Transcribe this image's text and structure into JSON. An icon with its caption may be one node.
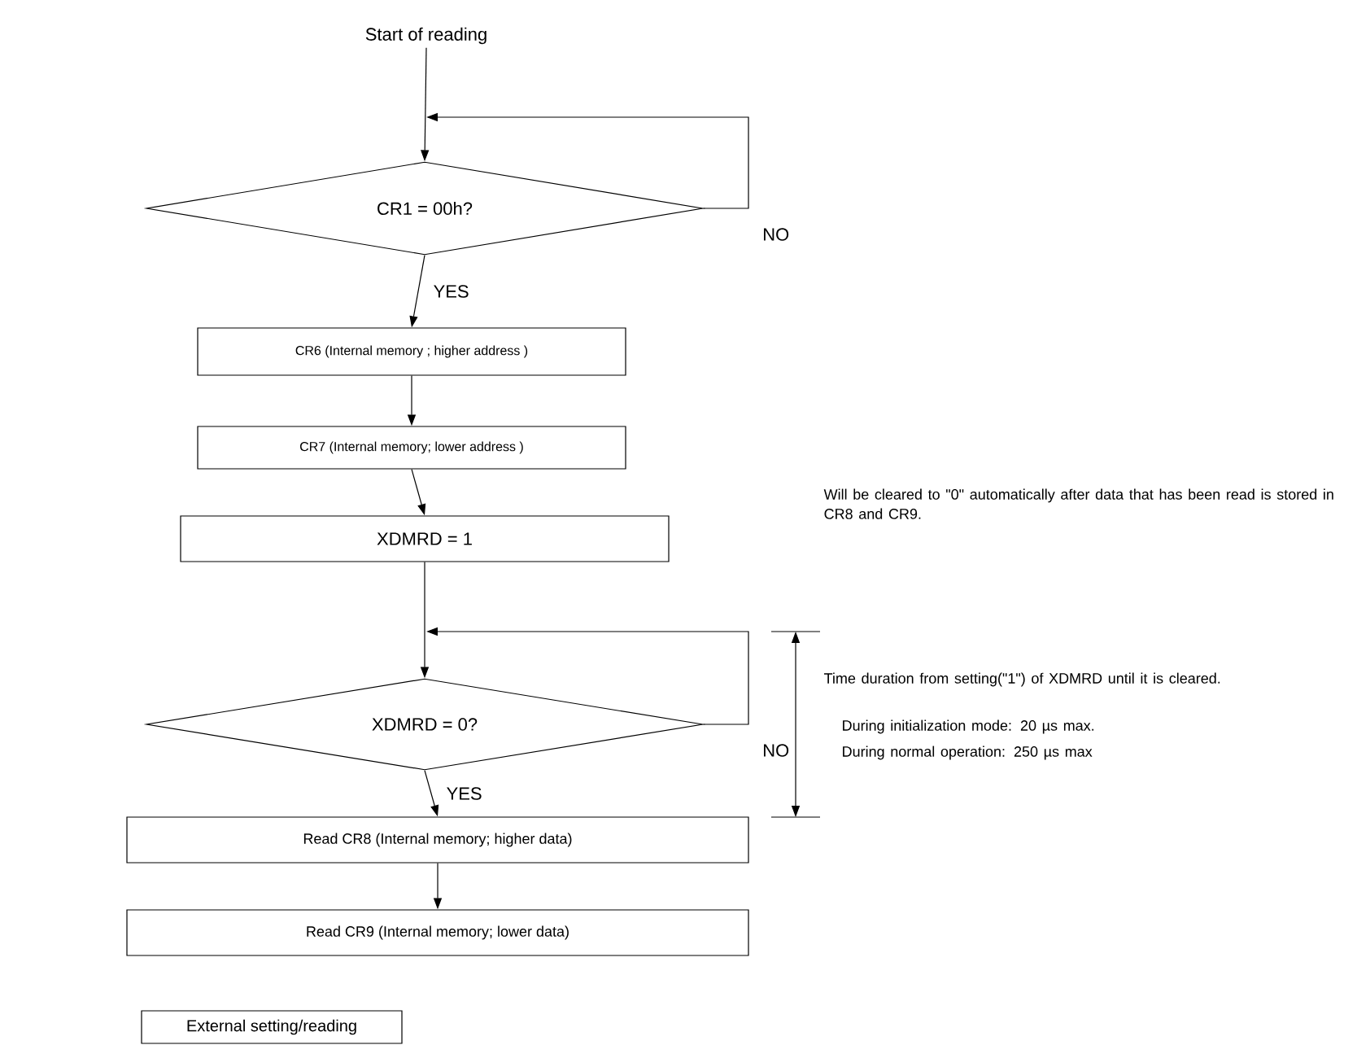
{
  "diagram": {
    "nodes": [
      {
        "text": [
          "Start of reading"
        ]
      },
      {
        "text": [
          "CR1 = 00h?"
        ]
      },
      {
        "text": [
          "CR6 (Internal memory ; higher address )"
        ]
      },
      {
        "text": [
          "CR7 (Internal memory; lower address )"
        ]
      },
      {
        "text": [
          "XDMRD = 1"
        ]
      },
      {
        "text": [
          "XDMRD = 0?"
        ]
      },
      {
        "text": [
          "Read CR8 (Internal memory; higher data)"
        ]
      },
      {
        "text": [
          "Read CR9 (Internal memory; lower data)"
        ]
      },
      {
        "text": [
          "External setting/reading"
        ]
      }
    ],
    "edges": [
      {
        "from": 0,
        "to": 1,
        "arrow": "to"
      },
      {
        "from": 1,
        "to": 1,
        "arrow": "to",
        "label": "NO"
      },
      {
        "from": 1,
        "to": 2,
        "arrow": "to",
        "label": "YES"
      },
      {
        "from": 2,
        "to": 3,
        "arrow": "to"
      },
      {
        "from": 3,
        "to": 4,
        "arrow": "to"
      },
      {
        "from": 4,
        "to": 5,
        "arrow": "to"
      },
      {
        "from": 5,
        "to": 5,
        "arrow": "to",
        "label": "NO"
      },
      {
        "from": 5,
        "to": 6,
        "arrow": "to",
        "label": "YES"
      },
      {
        "from": 6,
        "to": 7,
        "arrow": "to"
      }
    ],
    "labels": [
      "Will be cleared to \"0\" automatically after data that has been read is stored in CR8 and CR9.",
      "Time duration from setting(\"1\") of XDMRD until it is cleared.",
      "During initialization mode: 20 µs max.",
      "During normal operation: 250 µs max"
    ]
  }
}
